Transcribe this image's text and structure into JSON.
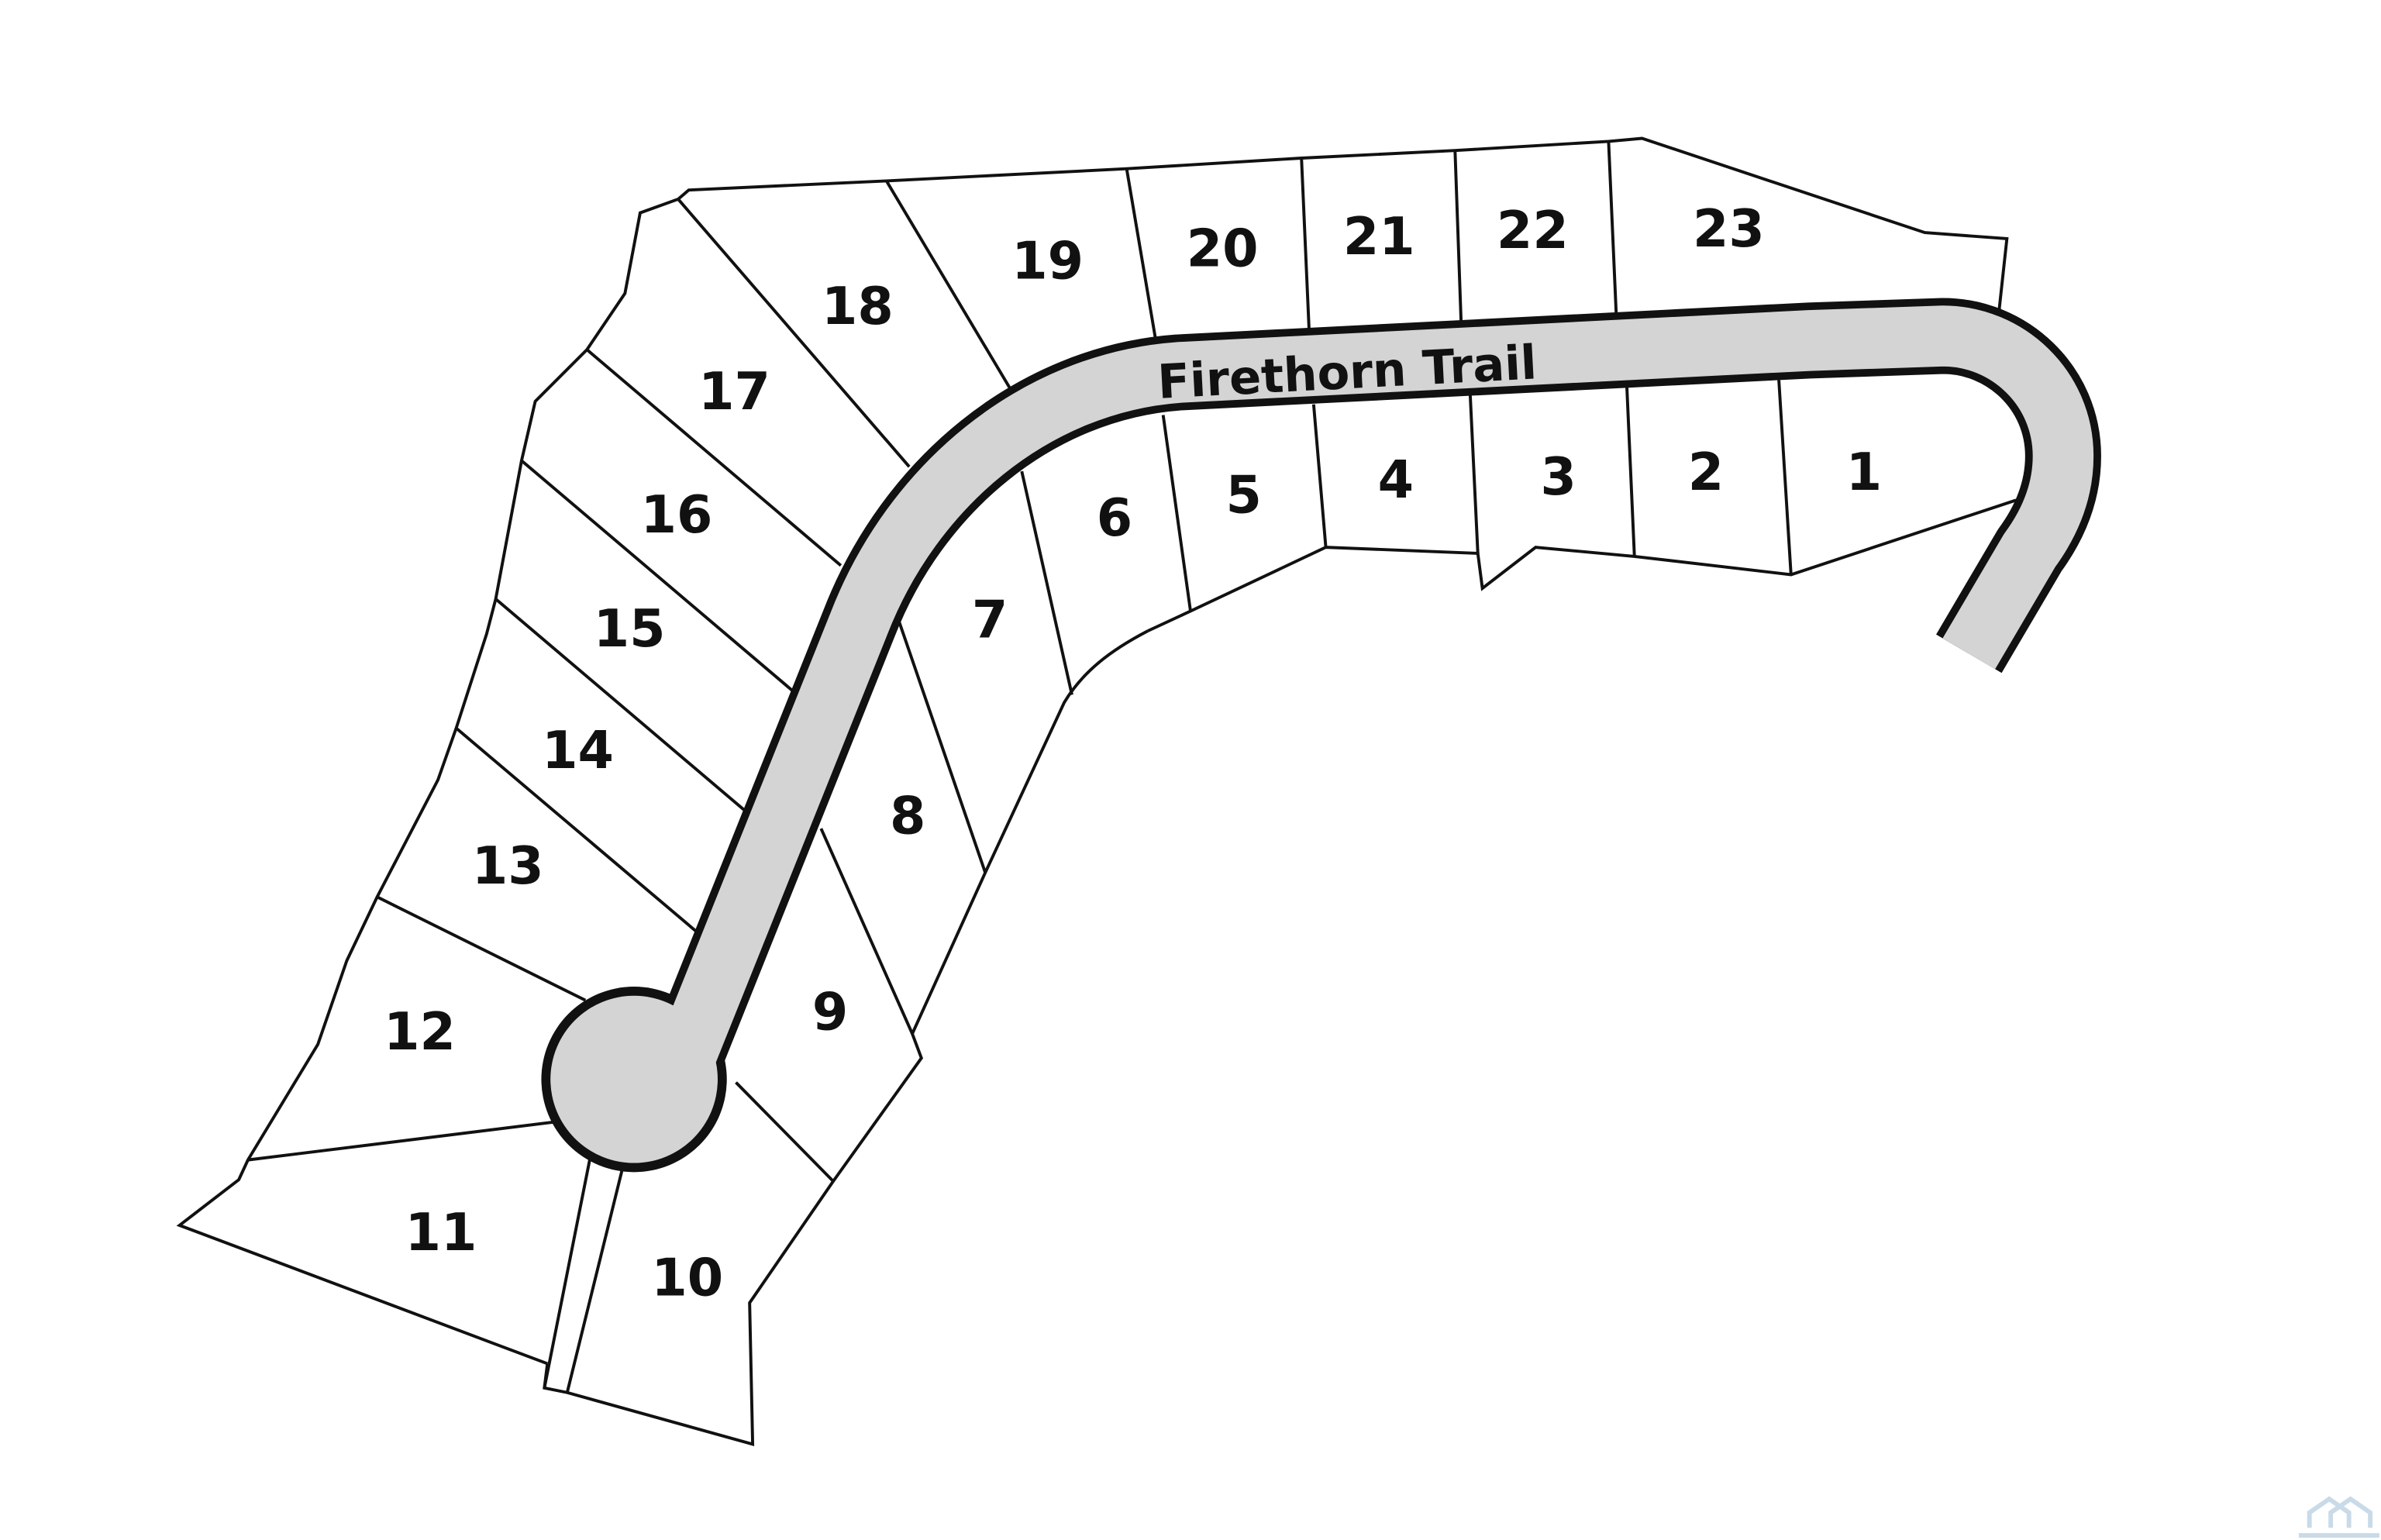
{
  "road": {
    "name": "Firethorn Trail",
    "fill_color": "#d4d4d4"
  },
  "lots": [
    "1",
    "2",
    "3",
    "4",
    "5",
    "6",
    "7",
    "8",
    "9",
    "10",
    "11",
    "12",
    "13",
    "14",
    "15",
    "16",
    "17",
    "18",
    "19",
    "20",
    "21",
    "22",
    "23"
  ]
}
